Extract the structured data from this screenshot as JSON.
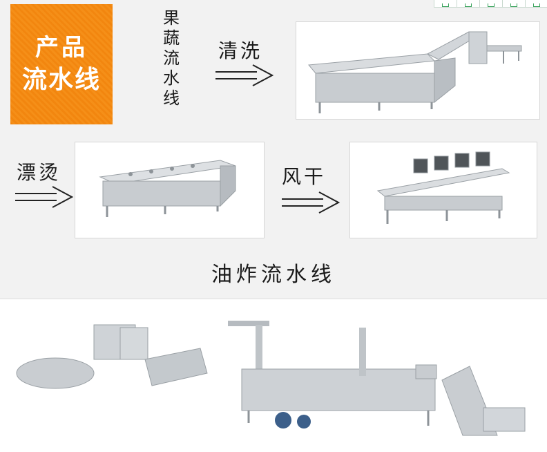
{
  "badge": {
    "line1": "产品",
    "line2": "流水线"
  },
  "vertical_label": "果蔬流水线",
  "steps": {
    "wash": "清洗",
    "blanch": "漂烫",
    "dry": "风干"
  },
  "caption": "油炸流水线",
  "colors": {
    "badge": "#f58f18",
    "panel": "#f2f2f2",
    "steel": "#c8ccd0"
  },
  "icons": [
    "toolbar-icon-1",
    "toolbar-icon-2",
    "toolbar-icon-3",
    "toolbar-icon-4",
    "toolbar-icon-5"
  ]
}
